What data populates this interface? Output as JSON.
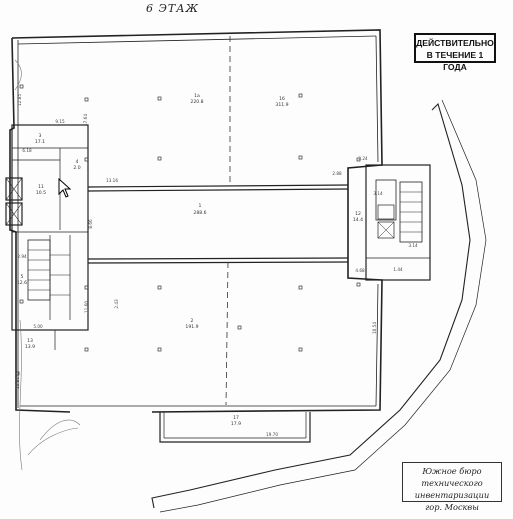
{
  "floor_title": "6 ЭТАЖ",
  "stamp_validity": {
    "line1": "ДЕЙСТВИТЕЛЬНО",
    "line2": "В ТЕЧЕНИЕ 1 ГОДА"
  },
  "stamp_bureau": {
    "line1": "Южное бюро технического",
    "line2": "инвентаризации",
    "line3": "гор. Москвы"
  },
  "rooms": [
    {
      "number": "1",
      "area": "288.6"
    },
    {
      "number": "2",
      "area": "191.9"
    },
    {
      "number": "1а",
      "area": "220.8"
    },
    {
      "number": "3",
      "area": "17.1"
    },
    {
      "number": "4",
      "area": "2.0"
    },
    {
      "number": "5",
      "area": "12.6"
    },
    {
      "number": "11",
      "area": "10.5"
    },
    {
      "number": "12",
      "area": "14.4"
    },
    {
      "number": "13",
      "area": "13.9"
    },
    {
      "number": "1б",
      "area": "311.9"
    },
    {
      "number": "17",
      "area": "17.9"
    }
  ],
  "dimensions": {
    "d1": "9.15",
    "d2": "6.18",
    "d3": "8.66",
    "d4": "17.64",
    "d5": "2.88",
    "d6": "3.14",
    "d7": "12.85",
    "d8": "3.24",
    "d9": "13.16",
    "d10": "4.68",
    "d11": "11.60",
    "d12": "1.44",
    "d13": "5.00",
    "d14": "3.14",
    "d15": "10.54",
    "d16": "2.94",
    "d17": "19.70",
    "d18": "2.43",
    "d19": "13.81"
  }
}
